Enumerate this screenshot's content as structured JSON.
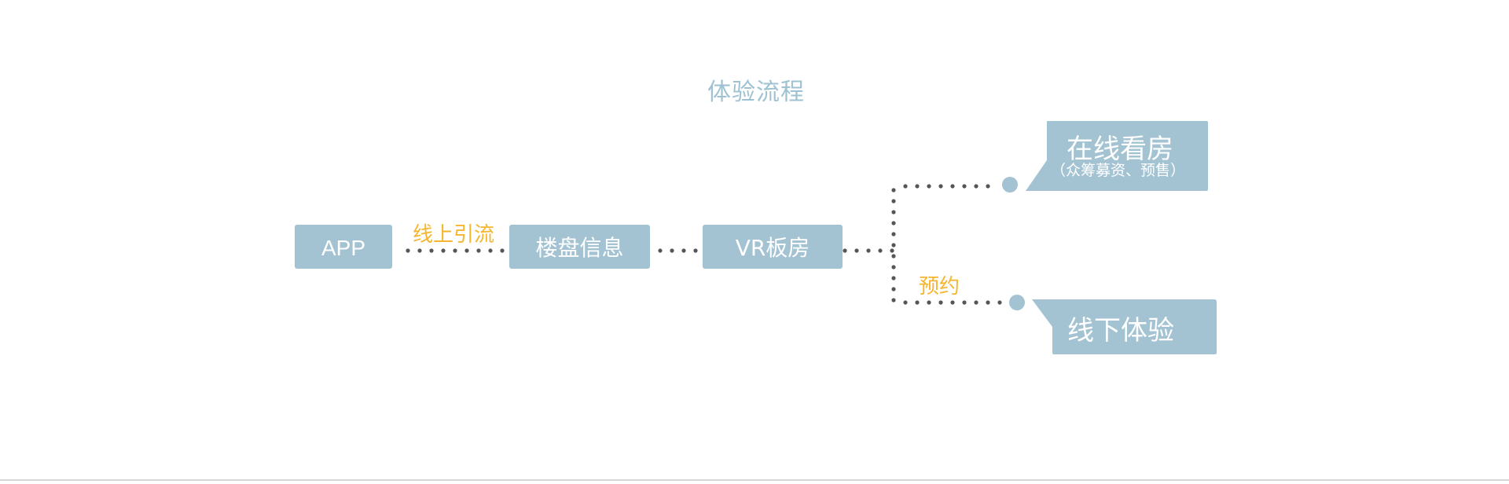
{
  "title": "体验流程",
  "nodes": {
    "app": "APP",
    "listing_info": "楼盘信息",
    "vr_model": "VR板房"
  },
  "edge_labels": {
    "online_traffic": "线上引流",
    "booking": "预约"
  },
  "outcomes": {
    "online_viewing": {
      "title": "在线看房",
      "subtitle": "（众筹募资、预售）"
    },
    "offline_experience": {
      "title": "线下体验"
    }
  },
  "colors": {
    "box": "#a3c3d3",
    "title": "#9fc2d3",
    "accent_label": "#f6b52e",
    "connector": "#555555"
  }
}
